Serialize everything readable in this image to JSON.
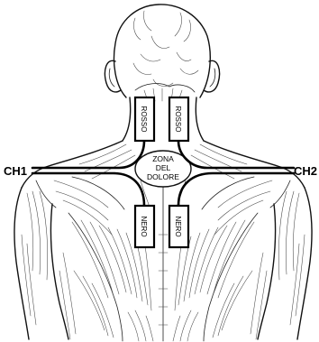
{
  "channels": {
    "left": "CH1",
    "right": "CH2"
  },
  "pads": {
    "upper_left": "ROSSO",
    "upper_right": "ROSSO",
    "lower_left": "NERO",
    "lower_right": "NERO"
  },
  "pain_zone": {
    "line1": "ZONA",
    "line2": "DEL",
    "line3": "DOLORE"
  }
}
